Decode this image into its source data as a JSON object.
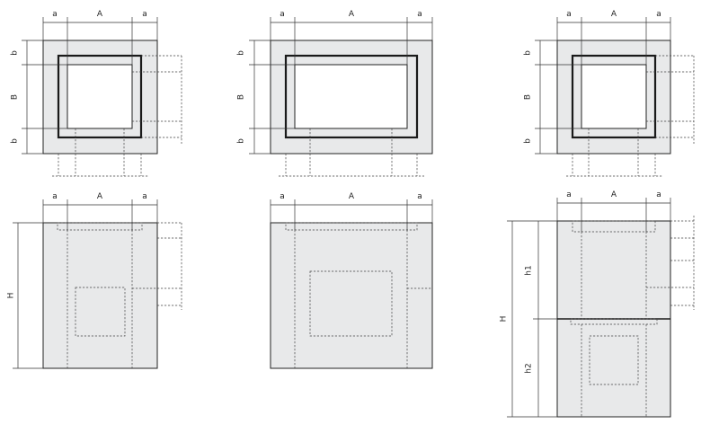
{
  "labels": {
    "a": "a",
    "A": "A",
    "b": "b",
    "B": "B",
    "H": "H",
    "h1": "h1",
    "h2": "h2"
  }
}
